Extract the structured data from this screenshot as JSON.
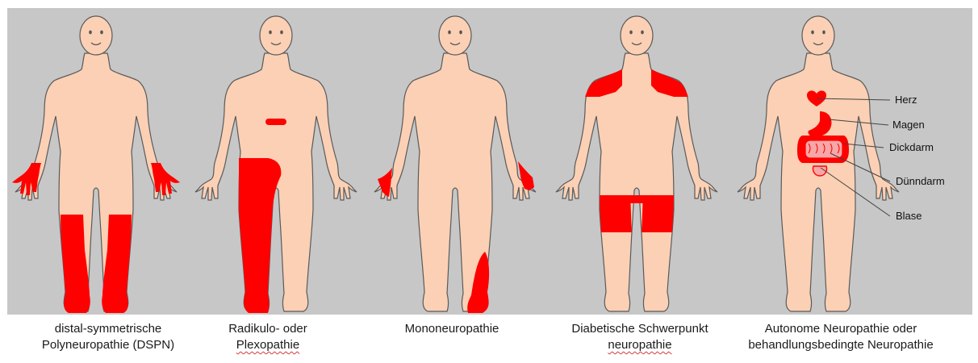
{
  "colors": {
    "background": "#c7c7c7",
    "skin": "#fbd0b4",
    "outline": "#5a5a5a",
    "affected": "#ff0000",
    "organ_light": "#f7a7a7"
  },
  "figures": [
    {
      "id": "dspn",
      "caption_lines": [
        "distal-symmetrische",
        "Polyneuropathie (DSPN)"
      ],
      "spellcheck_line": null
    },
    {
      "id": "radiculo",
      "caption_lines": [
        "Radikulo- oder",
        "Plexopathie"
      ],
      "spellcheck_line": 1
    },
    {
      "id": "mono",
      "caption_lines": [
        "Mononeuropathie"
      ],
      "spellcheck_line": null
    },
    {
      "id": "focal",
      "caption_lines": [
        "Diabetische Schwerpunkt",
        "neuropathie"
      ],
      "spellcheck_line": 1
    },
    {
      "id": "autonomic",
      "caption_lines": [
        "Autonome Neuropathie oder",
        "behandlungsbedingte Neuropathie"
      ],
      "spellcheck_line": null
    }
  ],
  "organ_labels": {
    "heart": "Herz",
    "stomach": "Magen",
    "colon": "Dickdarm",
    "small_intestine": "Dünndarm",
    "bladder": "Blase"
  }
}
